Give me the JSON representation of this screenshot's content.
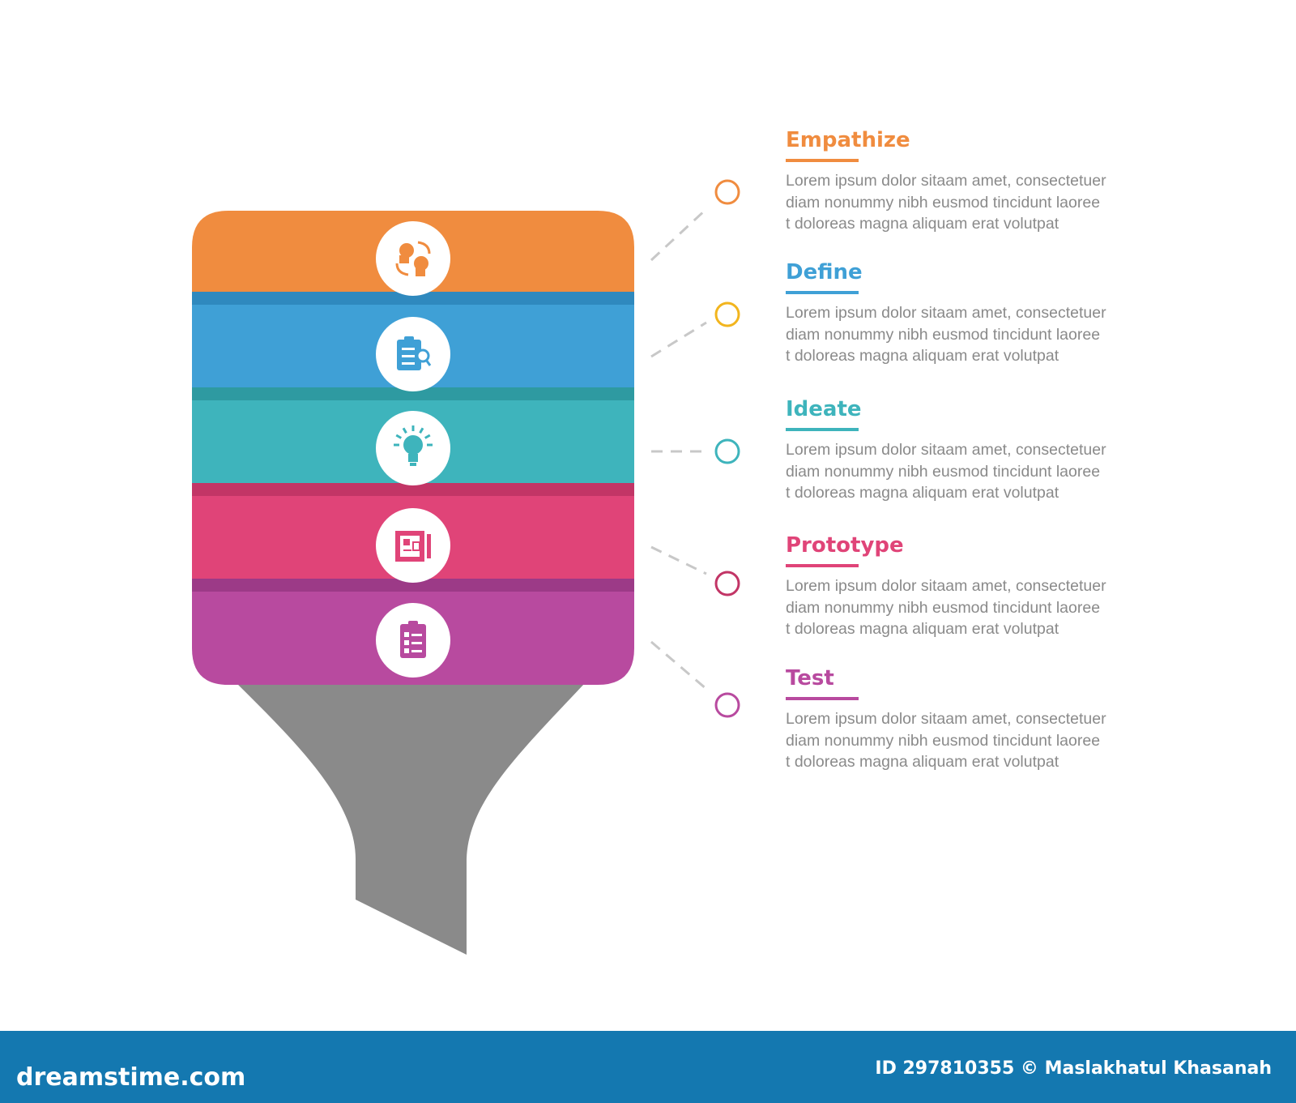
{
  "steps": [
    {
      "title": "Empathize",
      "color": "#f08c3f",
      "dark": "#d97a32",
      "icon": "empathy-heads-icon",
      "body": "Lorem ipsum dolor sitaam amet, consectetuer\ndiam nonummy  nibh eusmod tincidunt laoree\nt doloreas magna aliquam erat volutpat"
    },
    {
      "title": "Define",
      "color": "#3fa0d6",
      "dark": "#2f89be",
      "icon": "clipboard-search-icon",
      "body": "Lorem ipsum dolor sitaam amet, consectetuer\ndiam nonummy  nibh eusmod tincidunt laoree\nt doloreas magna aliquam erat volutpat"
    },
    {
      "title": "Ideate",
      "color": "#3eb4bc",
      "dark": "#2e9aa1",
      "icon": "lightbulb-icon",
      "body": "Lorem ipsum dolor sitaam amet, consectetuer\ndiam nonummy  nibh eusmod tincidunt laoree\nt doloreas magna aliquam erat volutpat"
    },
    {
      "title": "Prototype",
      "color": "#e04478",
      "dark": "#c23566",
      "icon": "blueprint-icon",
      "body": "Lorem ipsum dolor sitaam amet, consectetuer\ndiam nonummy  nibh eusmod tincidunt laoree\nt doloreas magna aliquam erat volutpat"
    },
    {
      "title": "Test",
      "color": "#b84a9f",
      "dark": "#9c3a87",
      "icon": "checklist-icon",
      "body": "Lorem ipsum dolor sitaam amet, consectetuer\ndiam nonummy  nibh eusmod tincidunt laoree\nt doloreas magna aliquam erat volutpat"
    }
  ],
  "funnel_color": "#8a8a8a",
  "marker_colors": [
    "#f08c3f",
    "#f2b51e",
    "#3eb4bc",
    "#c23566",
    "#b84a9f"
  ],
  "footer": {
    "site": "dreamstime.com",
    "credit": "ID 297810355 © Maslakhatul Khasanah",
    "background": "#1478b0"
  }
}
